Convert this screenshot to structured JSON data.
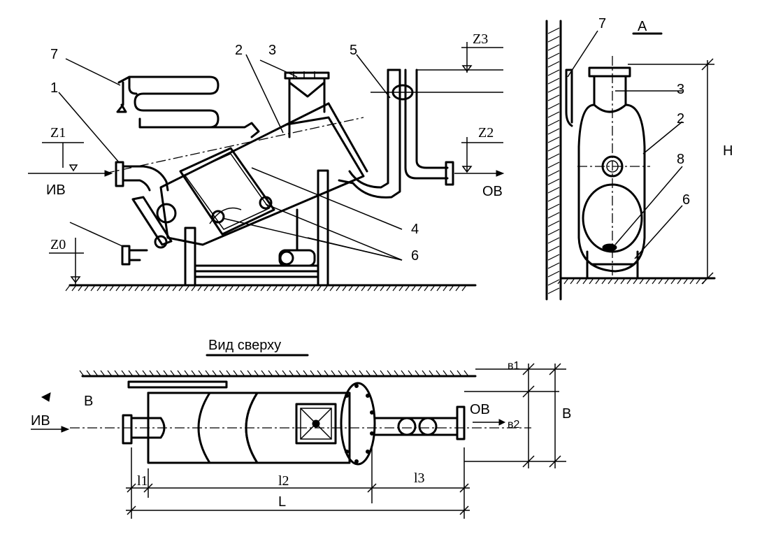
{
  "side_view": {
    "labels": {
      "n7": "7",
      "n1": "1",
      "n2": "2",
      "n3": "3",
      "n5": "5",
      "n4": "4",
      "n6": "6",
      "z3": "Z3",
      "z1": "Z1",
      "z2": "Z2",
      "z0": "Z0",
      "inlet": "ИВ",
      "outlet": "ОВ"
    }
  },
  "section_a": {
    "labels": {
      "a": "А",
      "n7": "7",
      "n3": "3",
      "n2": "2",
      "n8": "8",
      "n6": "6",
      "h": "H"
    }
  },
  "top_view": {
    "title": "Вид сверху",
    "labels": {
      "b_small": "В",
      "inlet": "ИВ",
      "outlet": "ОВ",
      "b2": "в2",
      "b1": "в1",
      "b_big": "В",
      "l1": "l1",
      "l2": "l2",
      "l3": "l3",
      "l_total": "L"
    }
  }
}
